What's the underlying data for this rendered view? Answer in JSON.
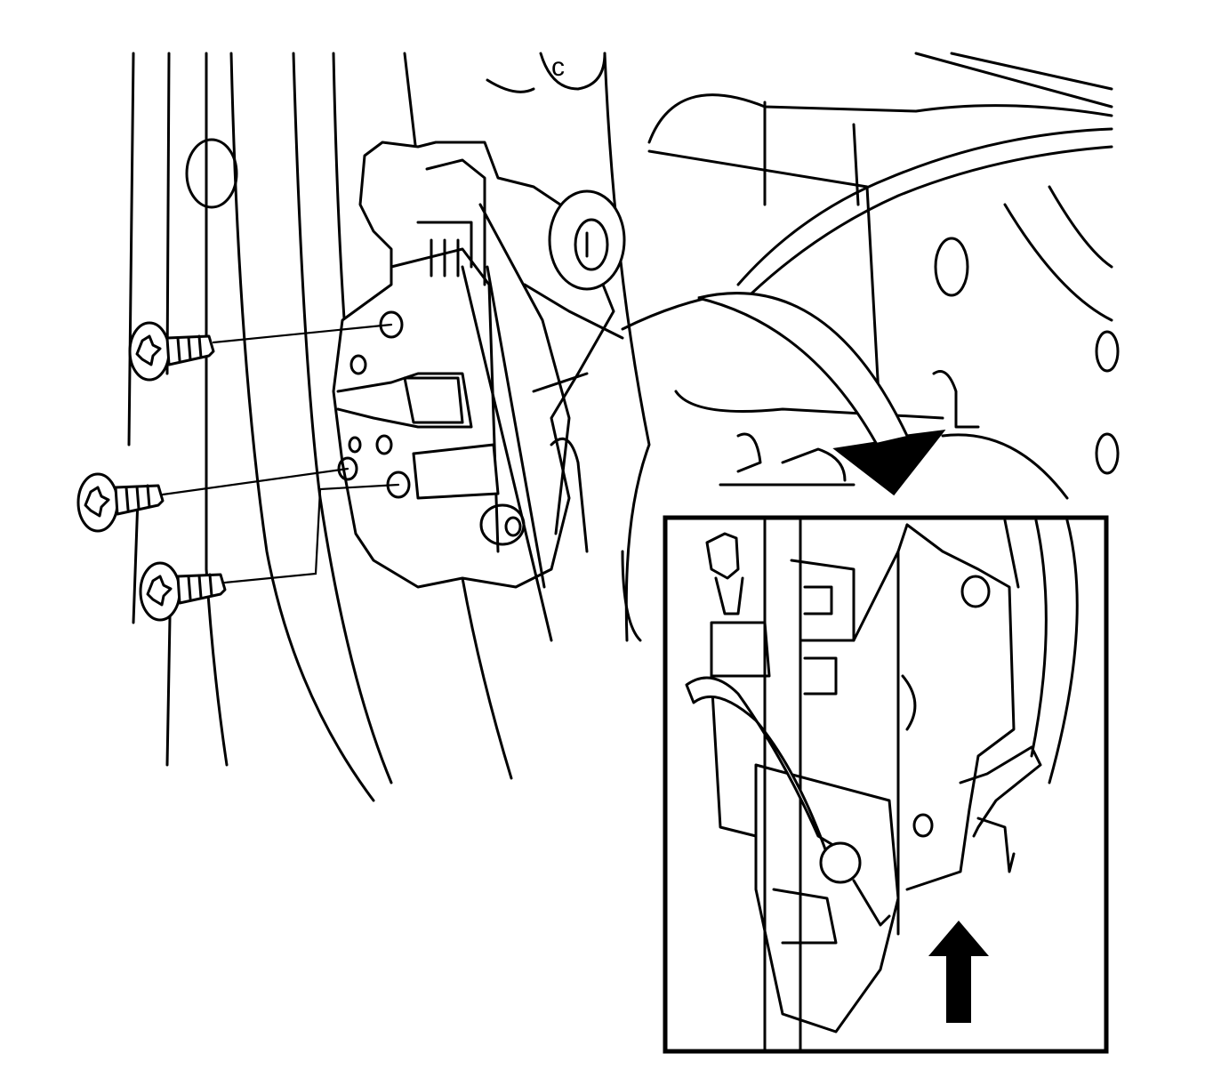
{
  "colors": {
    "line": "#000000",
    "background": "#ffffff",
    "arrow_fill": "#000000"
  },
  "icons": {
    "removal_arrow": "curved-arrow-down-right",
    "inset_arrow": "arrow-up"
  },
  "screws": [
    {
      "id": "upper-screw"
    },
    {
      "id": "middle-screw"
    },
    {
      "id": "lower-screw"
    }
  ]
}
